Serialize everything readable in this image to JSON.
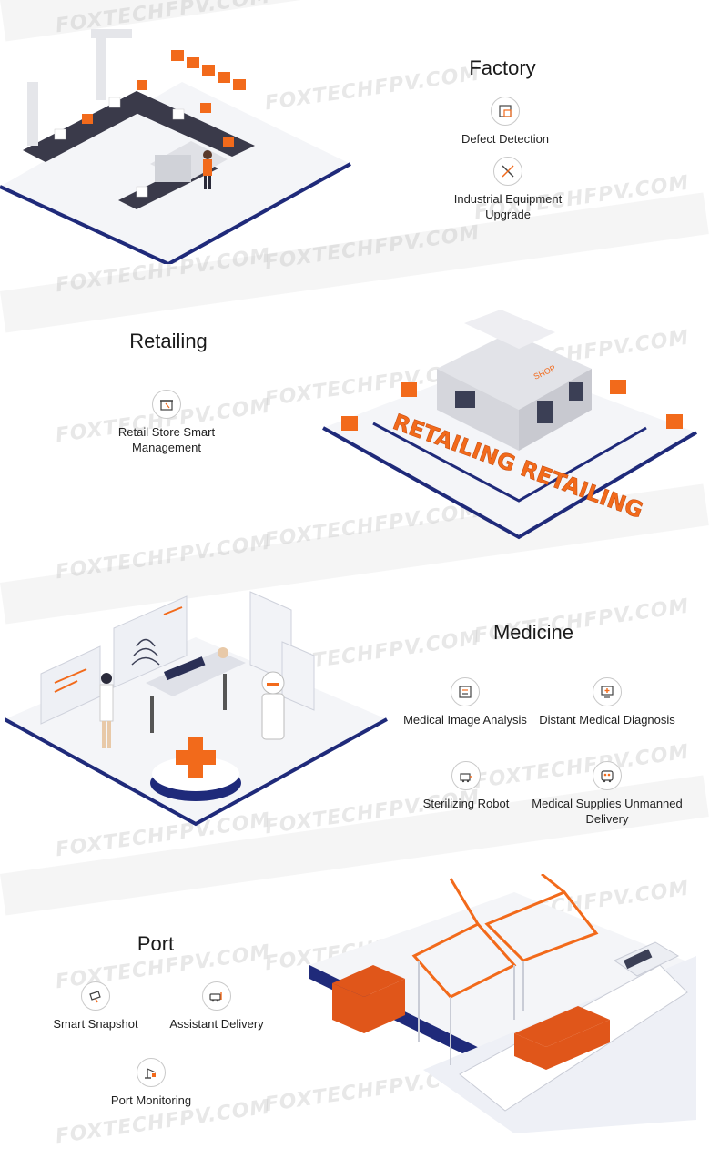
{
  "watermark": "FOXTECHFPV.COM",
  "colors": {
    "accent": "#f26a1b",
    "navy": "#1f2a7a",
    "platform": "#f4f5f8"
  },
  "sections": {
    "factory": {
      "title": "Factory",
      "features": [
        {
          "label": "Defect Detection",
          "icon": "defect-detection-icon"
        },
        {
          "label": "Industrial Equipment Upgrade",
          "icon": "wrench-screwdriver-icon"
        }
      ]
    },
    "retailing": {
      "title": "Retailing",
      "sign": "RETAILING RETAILING",
      "shop_label": "SHOP",
      "features": [
        {
          "label": "Retail Store Smart Management",
          "icon": "store-icon"
        }
      ]
    },
    "medicine": {
      "title": "Medicine",
      "features": [
        {
          "label": "Medical Image Analysis",
          "icon": "medical-image-icon"
        },
        {
          "label": "Distant Medical Diagnosis",
          "icon": "remote-diagnosis-icon"
        },
        {
          "label": "Sterilizing Robot",
          "icon": "sterilizing-robot-icon"
        },
        {
          "label": "Medical Supplies Unmanned Delivery",
          "icon": "delivery-robot-icon"
        }
      ]
    },
    "port": {
      "title": "Port",
      "features": [
        {
          "label": "Smart Snapshot",
          "icon": "camera-icon"
        },
        {
          "label": "Assistant Delivery",
          "icon": "vehicle-icon"
        },
        {
          "label": "Port Monitoring",
          "icon": "crane-icon"
        }
      ]
    }
  }
}
